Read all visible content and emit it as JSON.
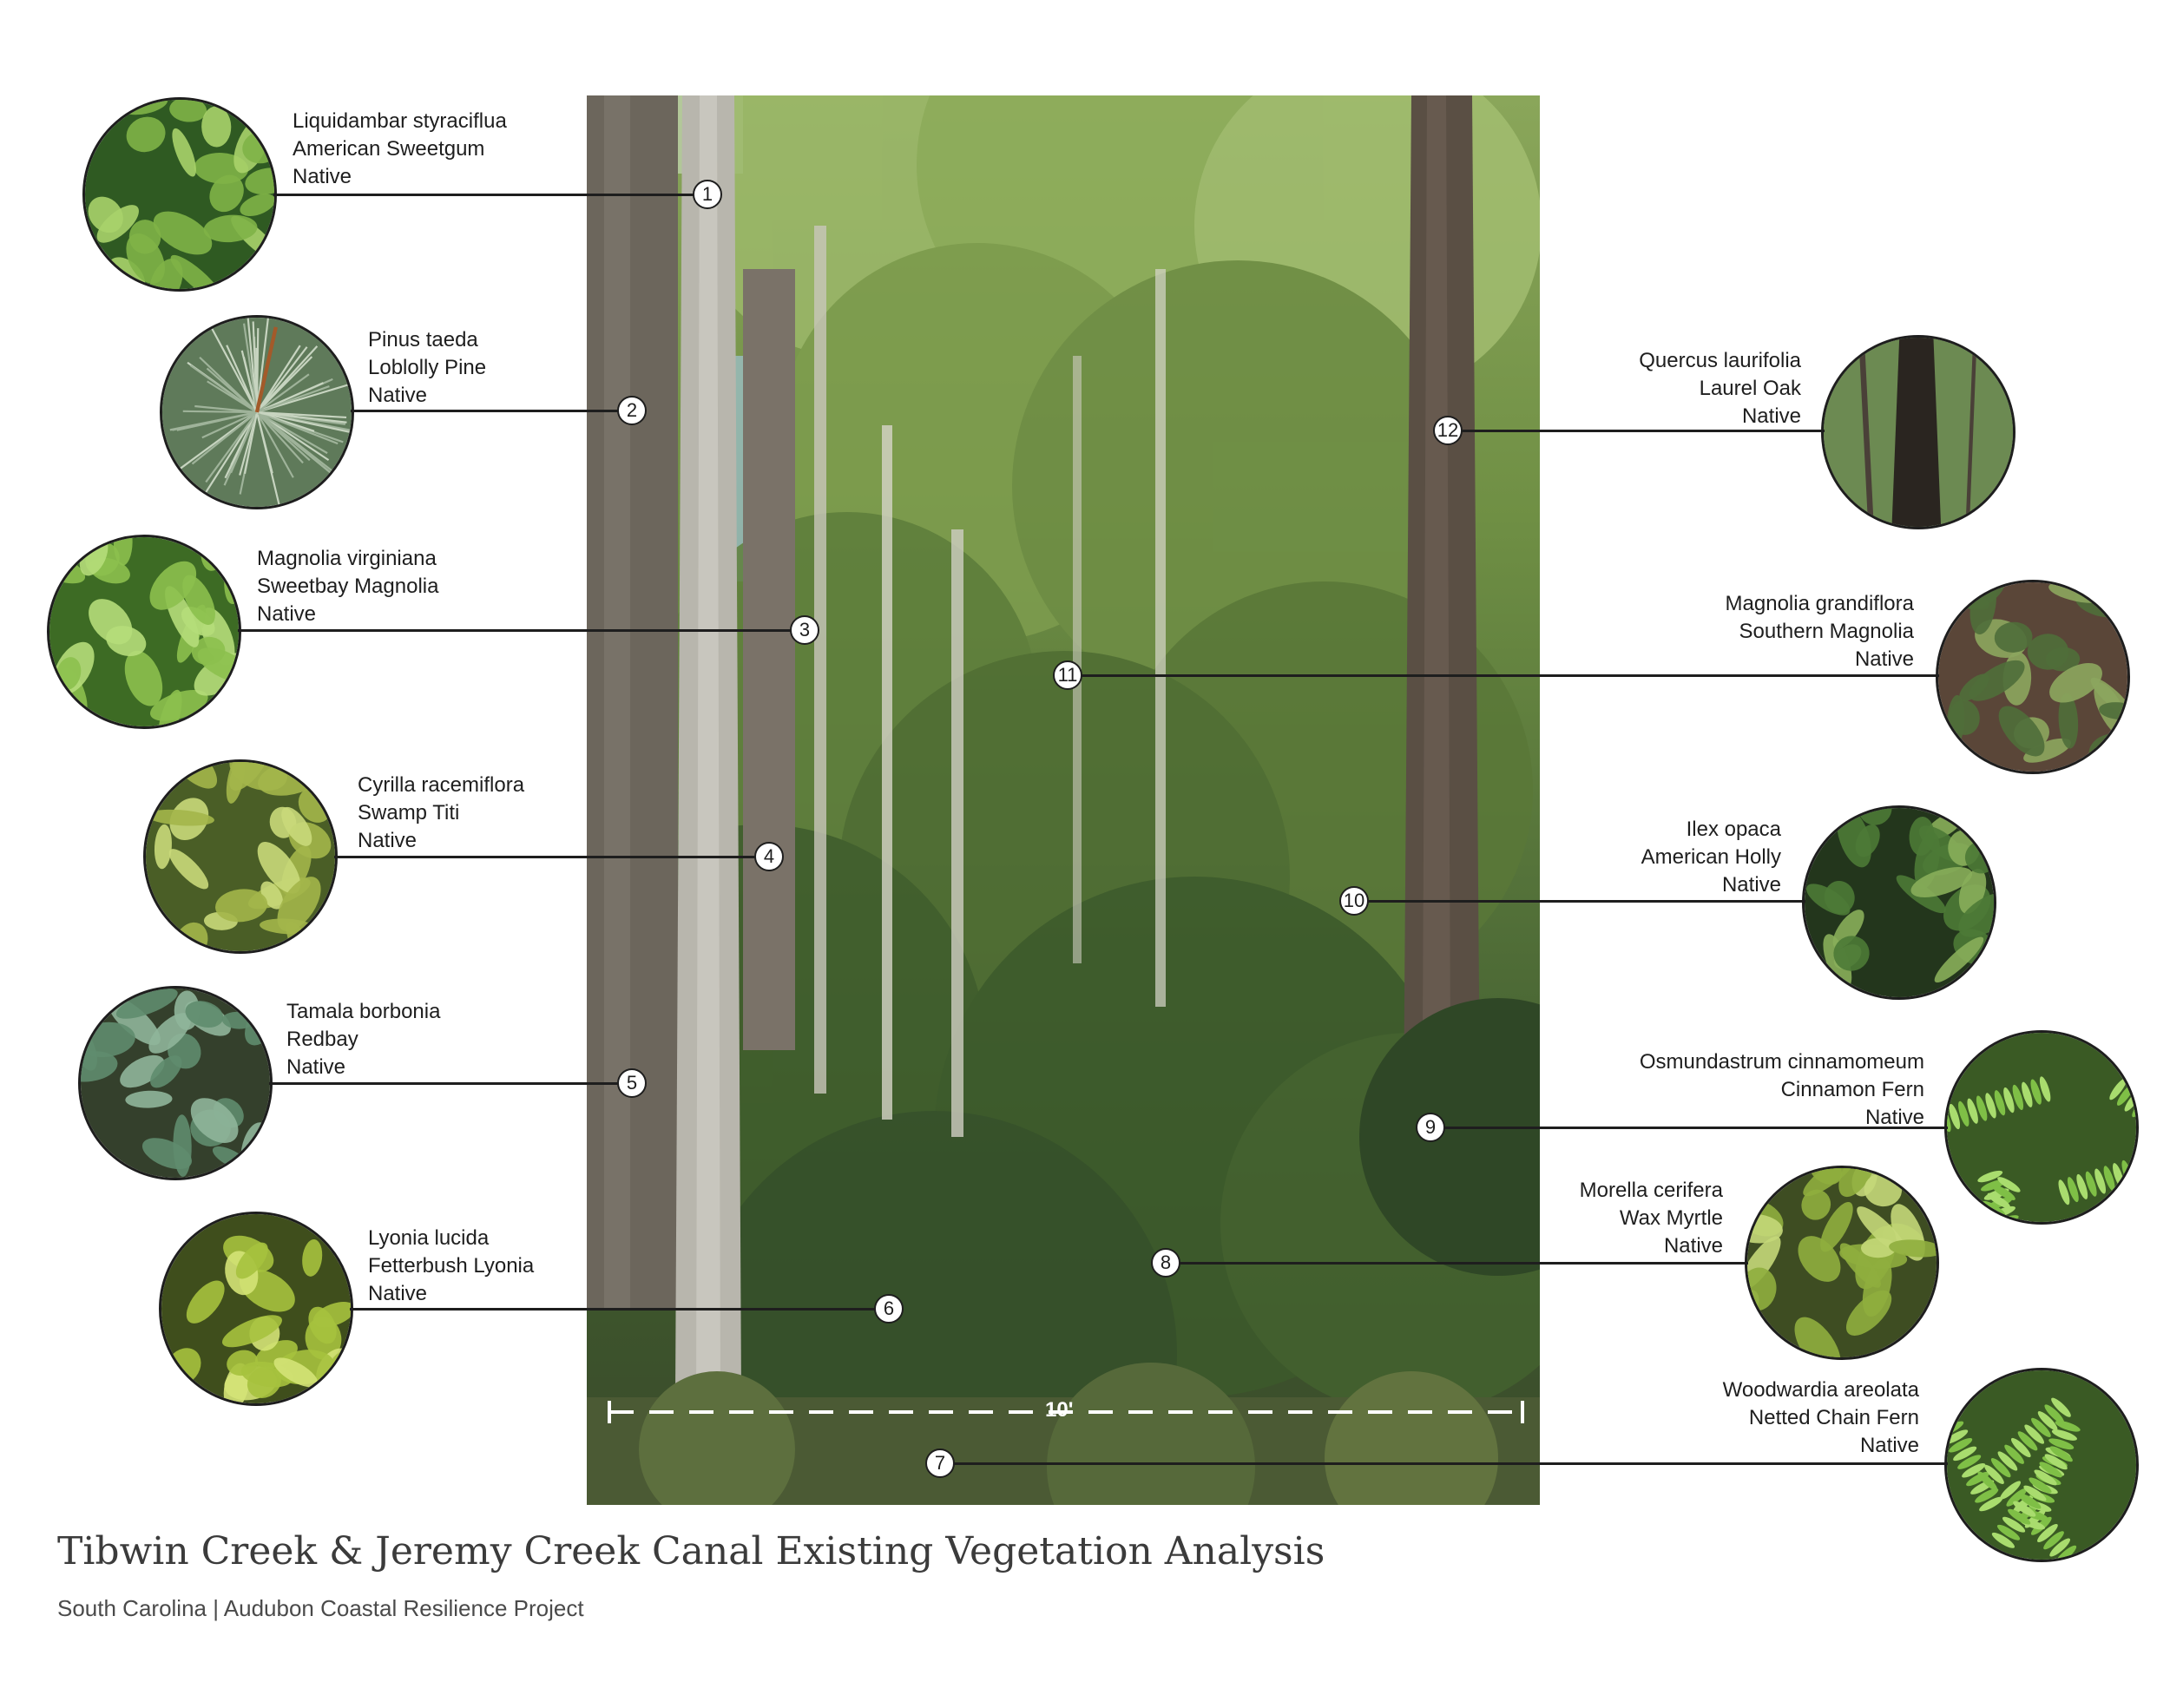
{
  "title": "Tibwin Creek & Jeremy Creek Canal Existing Vegetation Analysis",
  "subtitle": "South Carolina | Audubon Coastal Resilience Project",
  "scale_label": "10'",
  "species": [
    {
      "number": "1",
      "scientific": "Liquidambar styraciflua",
      "common": "American Sweetgum",
      "status": "Native",
      "swatch": "maple-leaves"
    },
    {
      "number": "2",
      "scientific": "Pinus taeda",
      "common": "Loblolly Pine",
      "status": "Native",
      "swatch": "pine-needles"
    },
    {
      "number": "3",
      "scientific": "Magnolia virginiana",
      "common": "Sweetbay Magnolia",
      "status": "Native",
      "swatch": "broad-leaves"
    },
    {
      "number": "4",
      "scientific": "Cyrilla racemiflora",
      "common": "Swamp Titi",
      "status": "Native",
      "swatch": "slender-leaves"
    },
    {
      "number": "5",
      "scientific": "Tamala borbonia",
      "common": "Redbay",
      "status": "Native",
      "swatch": "glossy-leaves"
    },
    {
      "number": "6",
      "scientific": "Lyonia lucida",
      "common": "Fetterbush Lyonia",
      "status": "Native",
      "swatch": "yellow-green-leaves"
    },
    {
      "number": "7",
      "scientific": "Woodwardia areolata",
      "common": "Netted Chain Fern",
      "status": "Native",
      "swatch": "fern-fronds"
    },
    {
      "number": "8",
      "scientific": "Morella cerifera",
      "common": "Wax Myrtle",
      "status": "Native",
      "swatch": "narrow-leaves"
    },
    {
      "number": "9",
      "scientific": "Osmundastrum cinnamomeum",
      "common": "Cinnamon Fern",
      "status": "Native",
      "swatch": "fern-fronds"
    },
    {
      "number": "10",
      "scientific": "Ilex opaca",
      "common": "American Holly",
      "status": "Native",
      "swatch": "holly-leaves"
    },
    {
      "number": "11",
      "scientific": "Magnolia grandiflora",
      "common": "Southern Magnolia",
      "status": "Native",
      "swatch": "magnolia-shrub"
    },
    {
      "number": "12",
      "scientific": "Quercus laurifolia",
      "common": "Laurel Oak",
      "status": "Native",
      "swatch": "tree-trunk"
    }
  ]
}
